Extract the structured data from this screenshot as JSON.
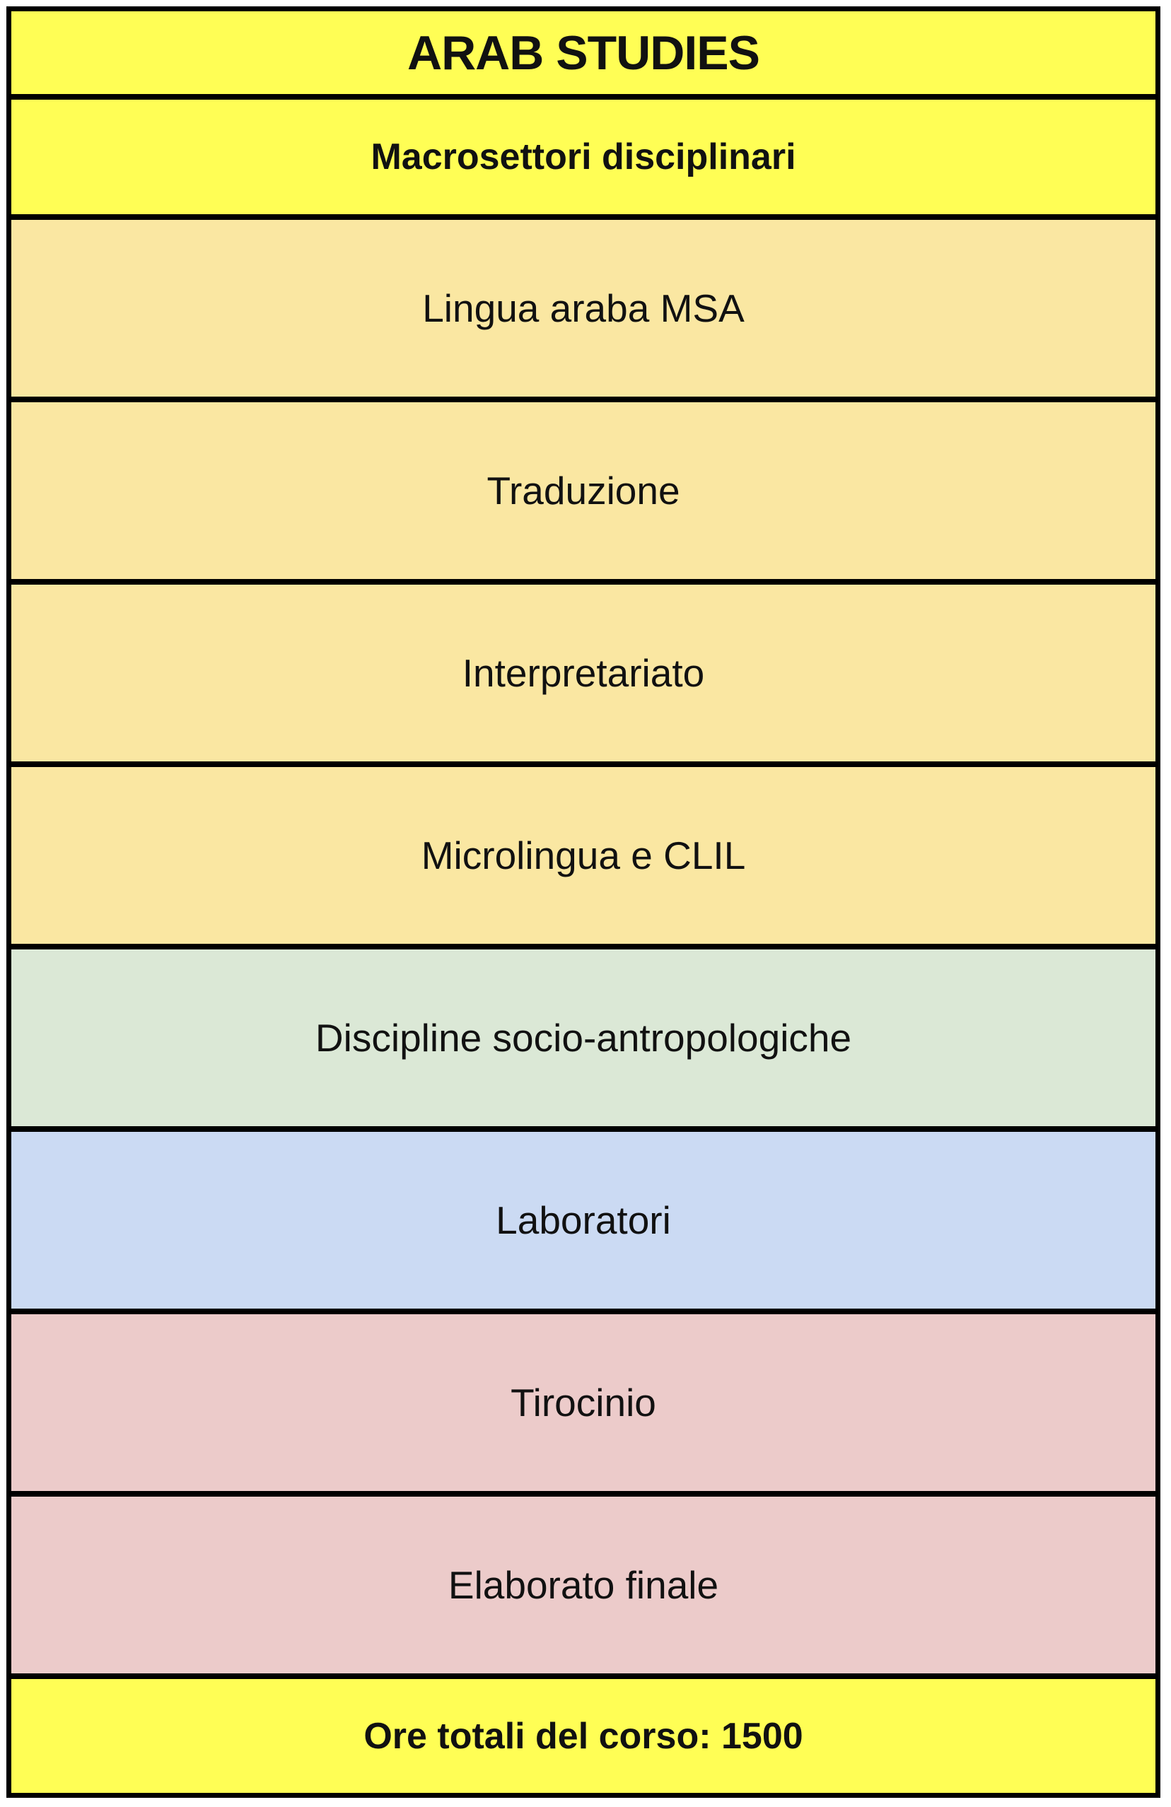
{
  "table": {
    "title": "ARAB STUDIES",
    "header": "Macrosettori disciplinari",
    "rows": [
      {
        "label": "Lingua araba MSA",
        "color": "#fae7a2"
      },
      {
        "label": "Traduzione",
        "color": "#fae7a2"
      },
      {
        "label": "Interpretariato",
        "color": "#fae7a2"
      },
      {
        "label": "Microlingua e CLIL",
        "color": "#fae7a2"
      },
      {
        "label": "Discipline socio-antropologiche",
        "color": "#dbe8d6"
      },
      {
        "label": "Laboratori",
        "color": "#cbdaf3"
      },
      {
        "label": "Tirocinio",
        "color": "#eccbca"
      },
      {
        "label": "Elaborato finale",
        "color": "#eccbca"
      }
    ],
    "footer": "Ore totali del corso: 1500",
    "title_color": "#fffe55"
  }
}
